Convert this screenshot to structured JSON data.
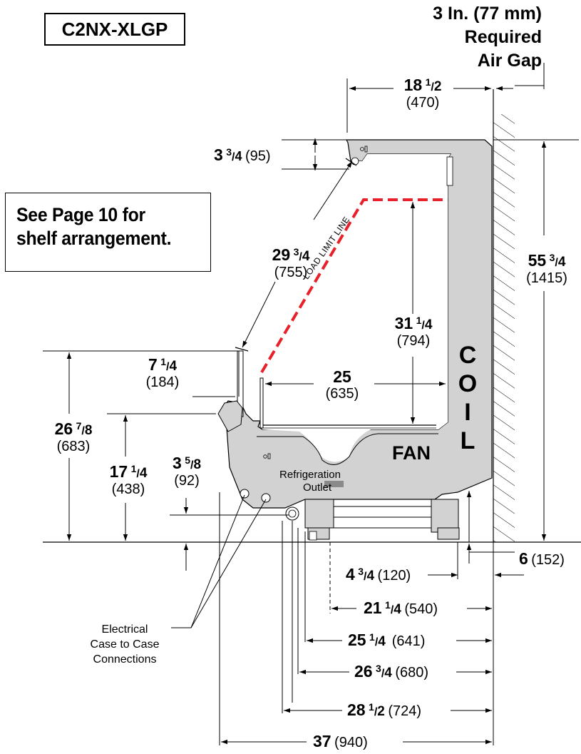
{
  "model": "C2NX-XLGP",
  "note": {
    "line1": "See Page 10 for",
    "line2": "shelf arrangement."
  },
  "air_gap": {
    "line1": "3 In. (77 mm)",
    "line2": "Required",
    "line3": "Air Gap"
  },
  "labels": {
    "coil": [
      "C",
      "O",
      "I",
      "L"
    ],
    "fan": "FAN",
    "load_limit": "LOAD LIMIT LINE",
    "refrigeration_outlet": {
      "line1": "Refrigeration",
      "line2": "Outlet"
    },
    "electrical": {
      "line1": "Electrical",
      "line2": "Case to Case",
      "line3": "Connections"
    }
  },
  "dimensions": {
    "d18": {
      "whole": "18",
      "frac_num": "1",
      "frac_den": "2",
      "metric": "(470)"
    },
    "d3_75": {
      "whole": "3",
      "frac_num": "3",
      "frac_den": "4",
      "metric": "(95)"
    },
    "d29": {
      "whole": "29",
      "frac_num": "3",
      "frac_den": "4",
      "metric": "(755)"
    },
    "d55": {
      "whole": "55",
      "frac_num": "3",
      "frac_den": "4",
      "metric": "(1415)"
    },
    "d31": {
      "whole": "31",
      "frac_num": "1",
      "frac_den": "4",
      "metric": "(794)"
    },
    "d7": {
      "whole": "7",
      "frac_num": "1",
      "frac_den": "4",
      "metric": "(184)"
    },
    "d25": {
      "whole": "25",
      "metric": "(635)"
    },
    "d26_875": {
      "whole": "26",
      "frac_num": "7",
      "frac_den": "8",
      "metric": "(683)"
    },
    "d17": {
      "whole": "17",
      "frac_num": "1",
      "frac_den": "4",
      "metric": "(438)"
    },
    "d3_625": {
      "whole": "3",
      "frac_num": "5",
      "frac_den": "8",
      "metric": "(92)"
    },
    "d6": {
      "whole": "6",
      "metric": "(152)"
    },
    "d4": {
      "whole": "4",
      "frac_num": "3",
      "frac_den": "4",
      "metric": "(120)"
    },
    "d21": {
      "whole": "21",
      "frac_num": "1",
      "frac_den": "4",
      "metric": "(540)"
    },
    "d25_25": {
      "whole": "25",
      "frac_num": "1",
      "frac_den": "4",
      "metric": "(641)"
    },
    "d26_75": {
      "whole": "26",
      "frac_num": "3",
      "frac_den": "4",
      "metric": "(680)"
    },
    "d28": {
      "whole": "28",
      "frac_num": "1",
      "frac_den": "2",
      "metric": "(724)"
    },
    "d37": {
      "whole": "37",
      "metric": "(940)"
    }
  },
  "colors": {
    "case_fill": "#d2d2d2",
    "load_limit": "#e8202a",
    "line": "#000000"
  }
}
